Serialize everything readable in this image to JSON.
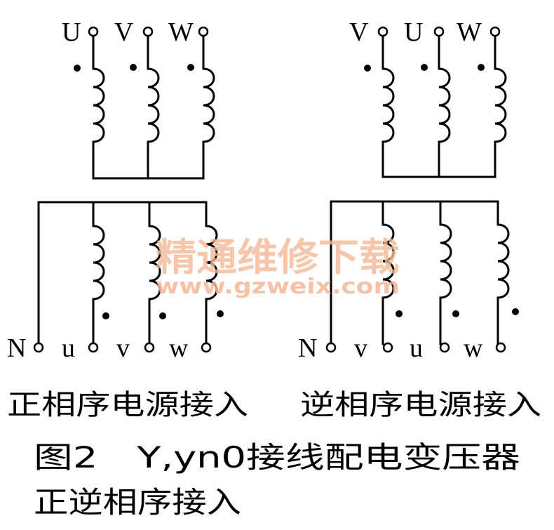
{
  "left": {
    "primary_labels": [
      "U",
      "V",
      "W"
    ],
    "secondary_labels": [
      "N",
      "u",
      "v",
      "w"
    ],
    "caption": "正相序电源接入"
  },
  "right": {
    "primary_labels": [
      "V",
      "U",
      "W"
    ],
    "secondary_labels": [
      "N",
      "v",
      "u",
      "w"
    ],
    "caption": "逆相序电源接入"
  },
  "figure_title": {
    "line1": "图2　Y,yn0接线配电变压器",
    "line2": "正逆相序接入"
  },
  "watermark": {
    "text": "精通维修下载",
    "url": "www.gzweix.com",
    "color": "#f4b896"
  }
}
